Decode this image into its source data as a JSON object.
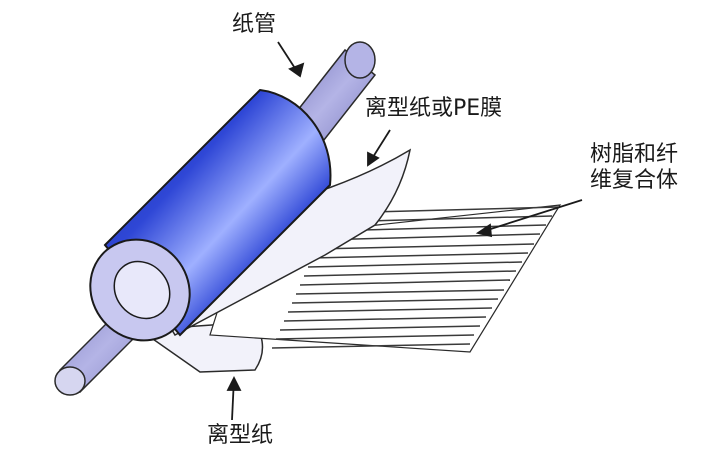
{
  "labels": {
    "paper_tube": "纸管",
    "release_paper_or_pe_film": "离型纸或PE膜",
    "resin_fiber_composite_line1": "树脂和纤",
    "resin_fiber_composite_line2": "维复合体",
    "release_paper": "离型纸"
  },
  "colors": {
    "roll_blue_dark": "#1a2a9a",
    "roll_blue_mid": "#2f47d6",
    "roll_highlight": "#9fb0ff",
    "shaft": "#9a9ad0",
    "sheet": "#f2f2fa",
    "sheet_stroke": "#2a2a2a",
    "line_stroke": "#3a3a3a"
  }
}
